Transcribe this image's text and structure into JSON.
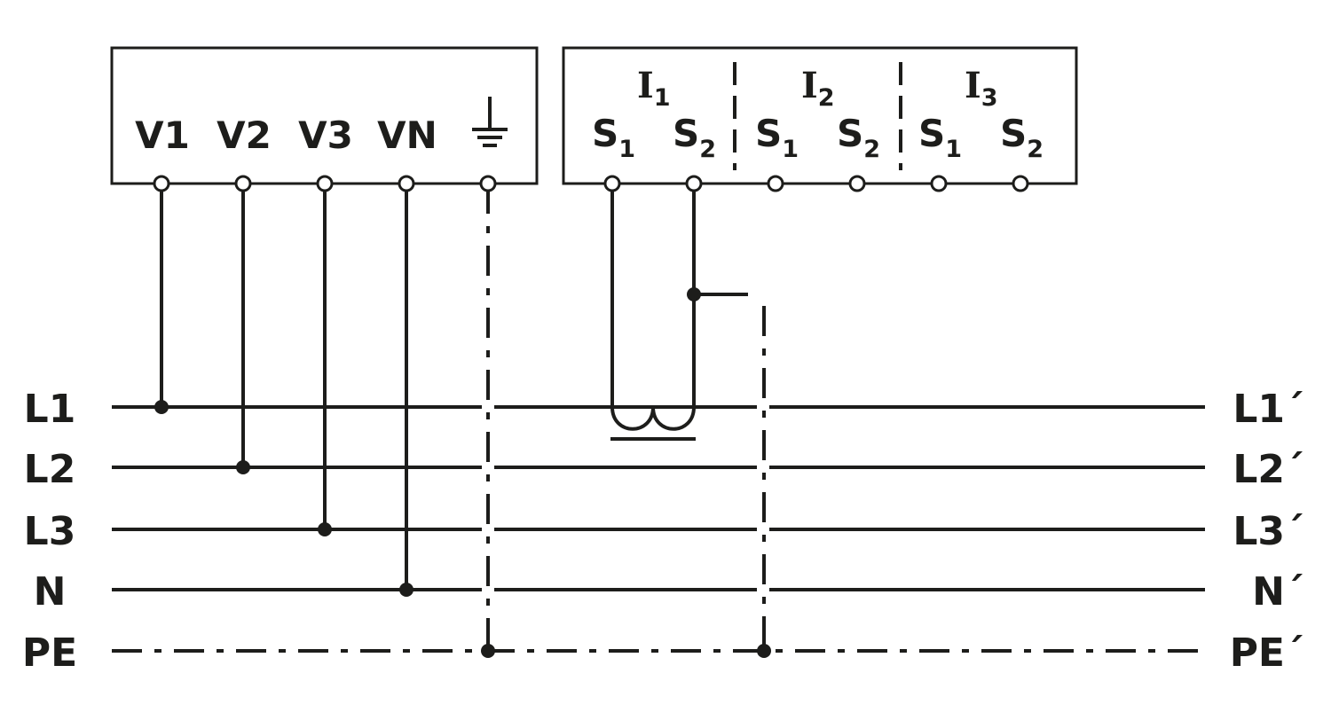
{
  "voltage_module": {
    "terminals": [
      {
        "key": "v1",
        "label": "V1"
      },
      {
        "key": "v2",
        "label": "V2"
      },
      {
        "key": "v3",
        "label": "V3"
      },
      {
        "key": "vn",
        "label": "VN"
      }
    ],
    "ground_icon": "earth-ground-icon"
  },
  "current_module": {
    "channels": [
      {
        "key": "i1",
        "name": "I",
        "index": "1",
        "s1": "S",
        "s1_sub": "1",
        "s2": "S",
        "s2_sub": "2"
      },
      {
        "key": "i2",
        "name": "I",
        "index": "2",
        "s1": "S",
        "s1_sub": "1",
        "s2": "S",
        "s2_sub": "2"
      },
      {
        "key": "i3",
        "name": "I",
        "index": "3",
        "s1": "S",
        "s1_sub": "1",
        "s2": "S",
        "s2_sub": "2"
      }
    ]
  },
  "lines": {
    "left": [
      "L1",
      "L2",
      "L3",
      "N",
      "PE"
    ],
    "right": [
      "L1´",
      "L2´",
      "L3´",
      "N´",
      "PE´"
    ]
  },
  "colors": {
    "ink": "#1d1d1b",
    "background": "#ffffff"
  }
}
